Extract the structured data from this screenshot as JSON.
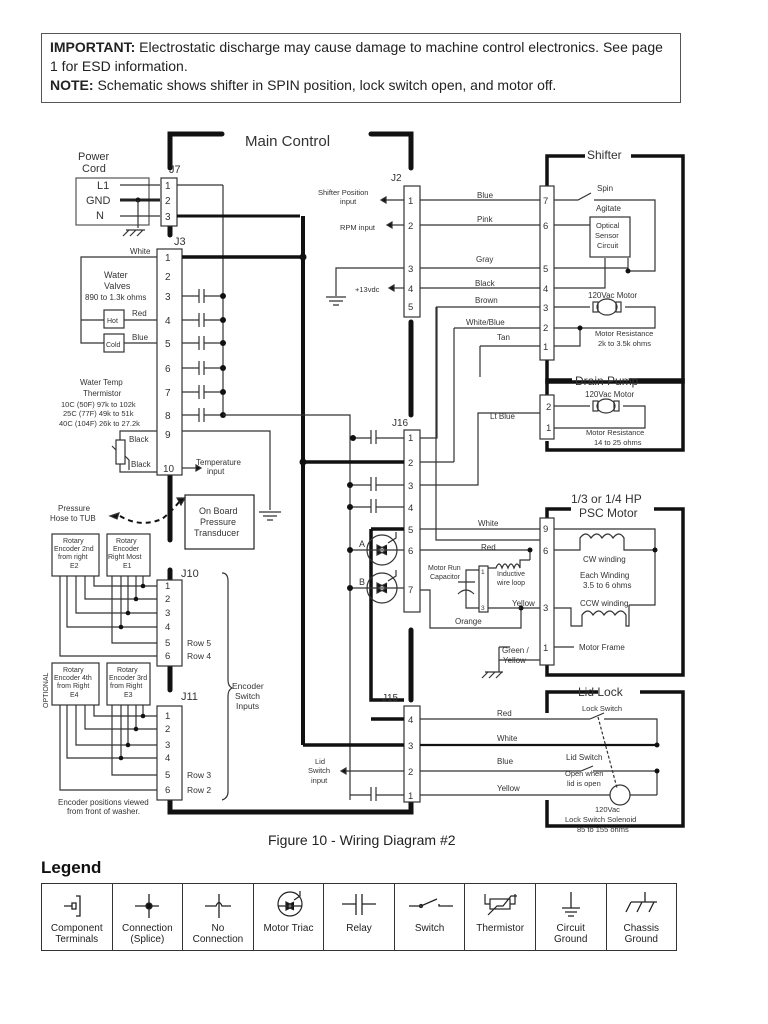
{
  "notice": {
    "important_label": "IMPORTANT:",
    "important_text": " Electrostatic discharge may cause damage to machine control electronics. See page 1 for ESD information.",
    "note_label": "NOTE:",
    "note_text": " Schematic shows shifter in SPIN position, lock switch open, and motor off."
  },
  "main_control": {
    "title": "Main Control"
  },
  "power_cord": {
    "title_line1": "Power",
    "title_line2": "Cord",
    "pins": [
      "L1",
      "GND",
      "N"
    ]
  },
  "connectors": {
    "j7": {
      "label": "J7",
      "pins": [
        "1",
        "2",
        "3"
      ]
    },
    "j3": {
      "label": "J3",
      "pins": [
        "1",
        "2",
        "3",
        "4",
        "5",
        "6",
        "7",
        "8",
        "9",
        "10"
      ],
      "wire_white": "White"
    },
    "j2": {
      "label": "J2",
      "pins": [
        "1",
        "2",
        "3",
        "4",
        "5"
      ]
    },
    "j16": {
      "label": "J16",
      "pins": [
        "1",
        "2",
        "3",
        "4",
        "5",
        "6",
        "7"
      ]
    },
    "j10": {
      "label": "J10",
      "pins": [
        "1",
        "2",
        "3",
        "4",
        "5",
        "6"
      ],
      "row5": "Row 5",
      "row4": "Row 4"
    },
    "j11": {
      "label": "J11",
      "pins": [
        "1",
        "2",
        "3",
        "4",
        "5",
        "6"
      ],
      "row3": "Row 3",
      "row2": "Row 2"
    },
    "j15": {
      "label": "J15",
      "pins": [
        "4",
        "3",
        "2",
        "1"
      ]
    }
  },
  "water_valves": {
    "line1": "Water",
    "line2": "Valves",
    "line3": "890 to 1.3k ohms",
    "hot": "Hot",
    "cold": "Cold",
    "wire_red": "Red",
    "wire_blue": "Blue"
  },
  "thermistor": {
    "line1": "Water Temp",
    "line2": "Thermistor",
    "r1": "10C (50F) 97k to 102k",
    "r2": "25C (77F) 49k to 51k",
    "r3": "40C (104F) 26k to 27.2k",
    "wire1": "Black",
    "wire2": "Black",
    "temp_input_1": "Temperature",
    "temp_input_2": "input"
  },
  "pressure": {
    "hose_1": "Pressure",
    "hose_2": "Hose to TUB",
    "transducer_1": "On Board",
    "transducer_2": "Pressure",
    "transducer_3": "Transducer"
  },
  "encoders": {
    "e2": [
      "Rotary",
      "Encoder 2nd",
      "from right",
      "E2"
    ],
    "e1": [
      "Rotary",
      "Encoder",
      "Right Most",
      "E1"
    ],
    "e4": [
      "Rotary",
      "Encoder 4th",
      "from Right",
      "E4"
    ],
    "e3": [
      "Rotary",
      "Encoder 3rd",
      "from Right",
      "E3"
    ],
    "optional": "OPTIONAL",
    "switch_inputs": [
      "Encoder",
      "Switch",
      "Inputs"
    ],
    "footnote_1": "Encoder positions viewed",
    "footnote_2": "from front of washer."
  },
  "j2_signals": {
    "shifter_pos_1": "Shifter Position",
    "shifter_pos_2": "input",
    "rpm": "RPM input",
    "vdc": "+13vdc"
  },
  "wires_shifter": [
    "Blue",
    "Pink",
    "Gray",
    "Black",
    "Brown",
    "White/Blue",
    "Tan"
  ],
  "shifter": {
    "title": "Shifter",
    "pins": [
      "7",
      "6",
      "5",
      "4",
      "3",
      "2",
      "1"
    ],
    "spin": "Spin",
    "agitate": "Agitate",
    "sensor": [
      "Optical",
      "Sensor",
      "Circuit"
    ],
    "motor": "120Vac Motor",
    "resistance_1": "Motor Resistance",
    "resistance_2": "2k to 3.5k ohms"
  },
  "drain_pump": {
    "title": "Drain Pump",
    "pins": [
      "2",
      "1"
    ],
    "motor": "120Vac Motor",
    "resistance_1": "Motor Resistance",
    "resistance_2": "14 to 25 ohms",
    "wire": "Lt Blue"
  },
  "triacs": {
    "a": "A",
    "b": "B"
  },
  "motor_run": {
    "cap_1": "Motor Run",
    "cap_2": "Capacitor",
    "pin1": "1",
    "pin3": "3",
    "inductive_1": "Inductive",
    "inductive_2": "wire loop",
    "wire_white": "White",
    "wire_red": "Red",
    "wire_yellow": "Yellow",
    "wire_orange": "Orange",
    "wire_gy_1": "Green /",
    "wire_gy_2": "Yellow"
  },
  "psc_motor": {
    "title_1": "1/3 or 1/4 HP",
    "title_2": "PSC Motor",
    "pins": [
      "9",
      "6",
      "3",
      "1"
    ],
    "cw": "CW winding",
    "each_1": "Each Winding",
    "each_2": "3.5 to 6 ohms",
    "ccw": "CCW winding",
    "frame": "Motor Frame"
  },
  "lid_lock": {
    "title": "Lid Lock",
    "lock_switch": "Lock Switch",
    "lid_switch": "Lid Switch",
    "open_1": "Open when",
    "open_2": "lid is open",
    "solenoid_1": "120Vac",
    "solenoid_2": "Lock Switch Solenoid",
    "solenoid_3": "85 to 155 ohms",
    "wires": [
      "Red",
      "White",
      "Blue",
      "Yellow"
    ],
    "lid_input_1": "Lid",
    "lid_input_2": "Switch",
    "lid_input_3": "input"
  },
  "caption": "Figure 10 - Wiring Diagram #2",
  "legend": {
    "title": "Legend",
    "items": [
      {
        "icon": "component-terminals",
        "label_1": "Component",
        "label_2": "Terminals"
      },
      {
        "icon": "connection-splice",
        "label_1": "Connection",
        "label_2": "(Splice)"
      },
      {
        "icon": "no-connection",
        "label_1": "No",
        "label_2": "Connection"
      },
      {
        "icon": "motor-triac",
        "label_1": "Motor Triac",
        "label_2": ""
      },
      {
        "icon": "relay",
        "label_1": "Relay",
        "label_2": ""
      },
      {
        "icon": "switch",
        "label_1": "Switch",
        "label_2": ""
      },
      {
        "icon": "thermistor",
        "label_1": "Thermistor",
        "label_2": ""
      },
      {
        "icon": "circuit-ground",
        "label_1": "Circuit",
        "label_2": "Ground"
      },
      {
        "icon": "chassis-ground",
        "label_1": "Chassis",
        "label_2": "Ground"
      }
    ]
  }
}
